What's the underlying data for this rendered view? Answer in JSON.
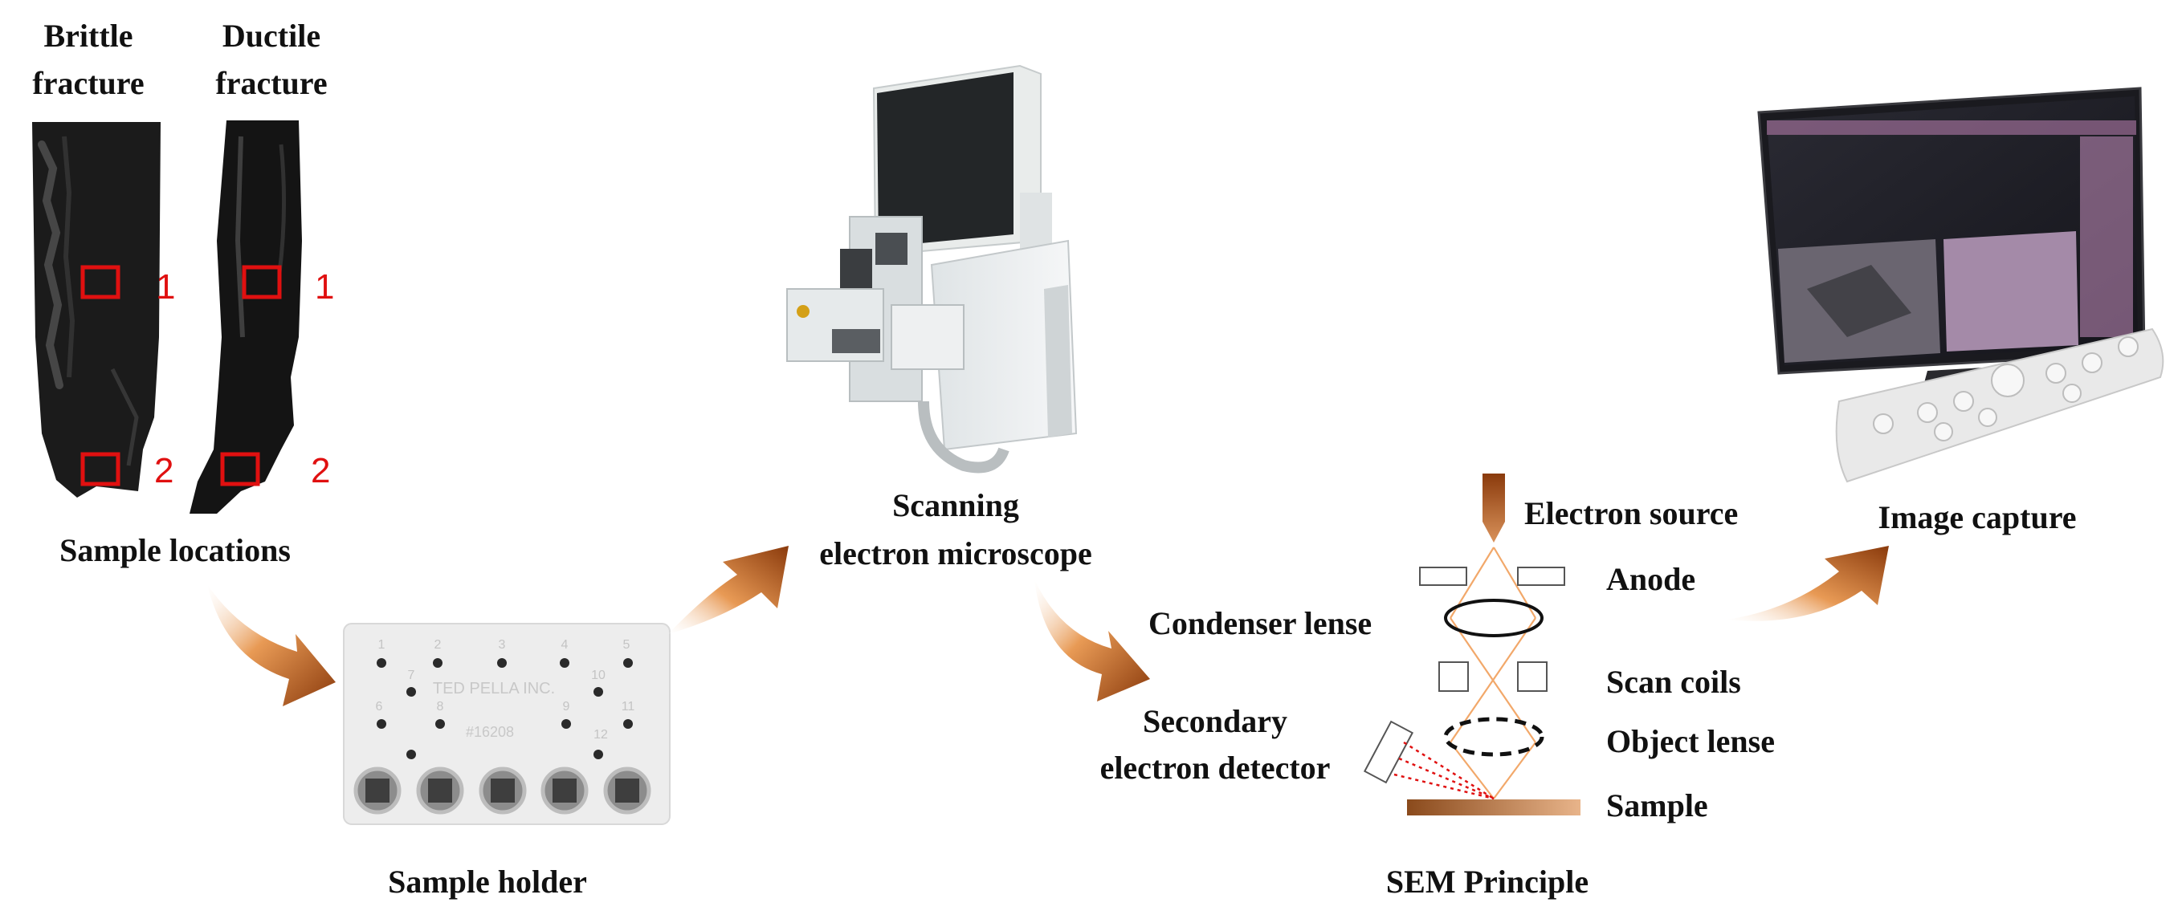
{
  "samples": {
    "brittle_title": [
      "Brittle",
      "fracture"
    ],
    "ductile_title": [
      "Ductile",
      "fracture"
    ],
    "marker_1": "1",
    "marker_2": "2",
    "caption": "Sample locations"
  },
  "holder": {
    "caption": "Sample holder",
    "engraving": "TED PELLA INC.",
    "part_no": "#16208",
    "hole_numbers": [
      "1",
      "2",
      "3",
      "4",
      "5",
      "7",
      "10",
      "6",
      "9",
      "11",
      "8",
      "12"
    ]
  },
  "microscope": {
    "caption": [
      "Scanning",
      "electron microscope"
    ]
  },
  "principle": {
    "caption": "SEM Principle",
    "electron_source": "Electron source",
    "anode": "Anode",
    "condenser_lens": "Condenser lense",
    "scan_coils": "Scan coils",
    "object_lens": "Object lense",
    "sample": "Sample",
    "detector": [
      "Secondary",
      "electron detector"
    ]
  },
  "capture": {
    "caption": "Image capture"
  },
  "colors": {
    "arrow_dark": "#8a3a0c",
    "arrow_light": "#e89a55",
    "beam": "#f2a86a",
    "marker": "#e01010"
  }
}
